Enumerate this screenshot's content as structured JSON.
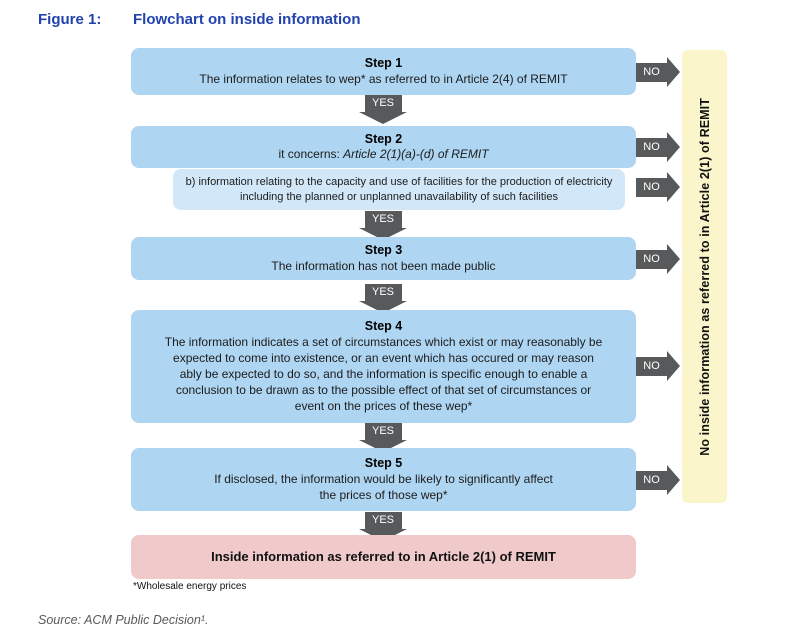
{
  "figure": {
    "label": "Figure 1:",
    "title": "Flowchart on inside information"
  },
  "labels": {
    "yes": "YES",
    "no": "NO"
  },
  "steps": [
    {
      "title": "Step 1",
      "body": "The information relates to wep* as referred to in Article 2(4) of REMIT"
    },
    {
      "title": "Step 2",
      "body_prefix": "it concerns: ",
      "body_italic": "Article 2(1)(a)-(d) of REMIT"
    },
    {
      "title": "Step 3",
      "body": "The information has not been made public"
    },
    {
      "title": "Step 4",
      "body": "The information indicates a set of circumstances which exist or may reasonably be\nexpected to come into existence, or an event which has occured or may reason\nably be expected to do so, and the information is specific enough to enable a\nconclusion to be drawn as to the possible effect of that set of circumstances or\nevent on the prices of these wep*"
    },
    {
      "title": "Step 5",
      "body": "If disclosed, the information would be likely to significantly affect\nthe prices of those wep*"
    }
  ],
  "sub_box": {
    "body": "b) information relating to the capacity and use of facilities for the production of electricity including the planned or unplanned unavailability of such facilities"
  },
  "outcome_positive": "Inside information as referred to in Article 2(1) of REMIT",
  "outcome_negative": "No inside information as referred to in Article 2(1) of REMIT",
  "footnote": "*Wholesale energy prices",
  "source": "Source: ACM Public Decision¹.",
  "colors": {
    "step_box_blue": "#aed5f1",
    "sub_box_blue": "#d2e7f8",
    "side_panel_yellow": "#fbf5cb",
    "outcome_pink": "#f0c9ca",
    "arrow_gray": "#58595b",
    "title_blue": "#2243ac"
  }
}
